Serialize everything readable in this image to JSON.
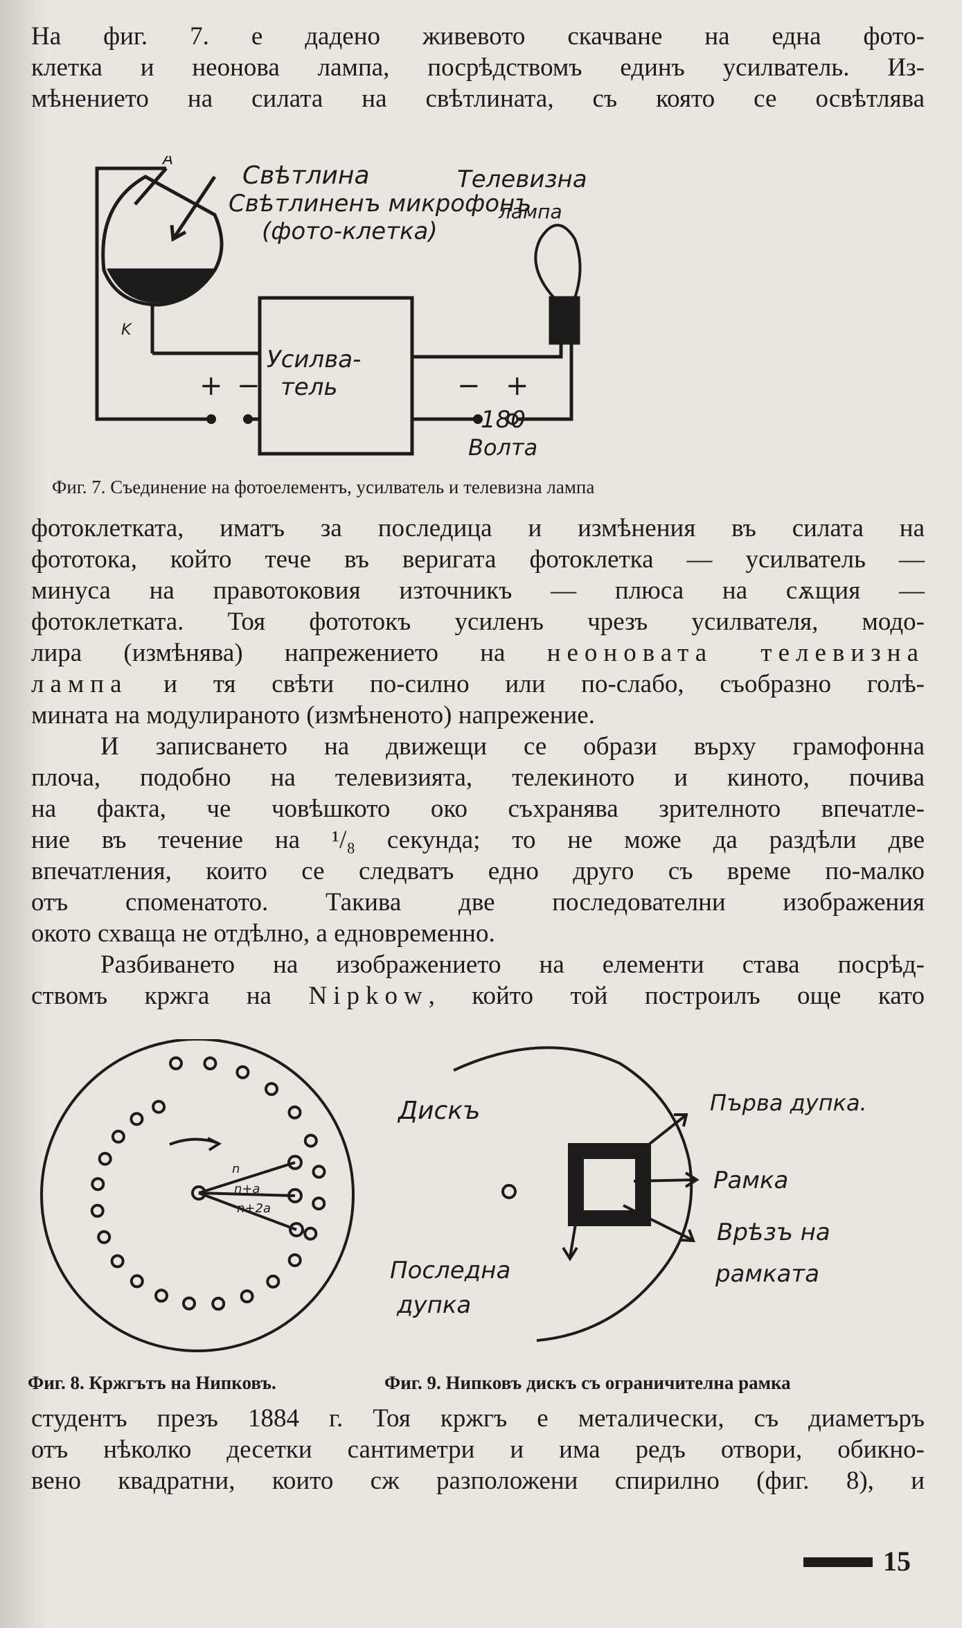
{
  "top_paragraph": [
    "На фиг. 7. е дадено живевото скачване на една фото-",
    "клетка и неонова лампа, посрѣдствомъ единъ усилватель. Из-",
    "мѣнението на силата на свѣтлината, съ която се освѣтлява"
  ],
  "fig7": {
    "label_light": "Свѣтлина",
    "label_microphone": "Свѣтлиненъ микрофонъ",
    "label_photocell": "(фото-клетка)",
    "label_tv": "Телевизна",
    "label_lamp": "лампа",
    "label_a": "A",
    "label_k": "K",
    "label_amp_1": "Усилва-",
    "label_amp_2": "тель",
    "plus_left": "+",
    "minus_left": "−",
    "minus_right": "−",
    "plus_right": "+",
    "voltage": "180",
    "volts": "Волта",
    "caption": "Фиг. 7. Съединение на фотоелементъ, усилватель и телевизна лампа"
  },
  "middle_paragraph_1": [
    "фотоклетката, иматъ за последица и измѣнения въ силата на",
    "фототока, който тече въ веригата фотоклетка — усилватель —",
    "минуса на правотоковия източникъ — плюса на сѫщия —",
    "фотоклетката. Тоя фототокъ усиленъ чрезъ усилвателя, модо-"
  ],
  "middle_paragraph_1_line5_start": "лира (измѣнява) напрежението на ",
  "middle_paragraph_1_line5_spaced": "неоновата телевизна",
  "middle_paragraph_1_line6_spaced": "лампа",
  "middle_paragraph_1_line6_end": " и тя свѣти по-силно или по-слабо, съобразно голѣ-",
  "middle_paragraph_1_last": "мината на модулираното (измѣненото) напрежение.",
  "middle_paragraph_2": [
    "И записването на движещи се образи върху грамофонна",
    "плоча, подобно на телевизията, телекиното и киното, почива",
    "на факта, че човѣшкото око съхранява зрителното впечатле-",
    "ние въ течение на ¹/₈ секунда; то не може да раздѣли две",
    "впечатления, които се следватъ едно друго съ време по-малко",
    "отъ споменатото. Такива две последователни изображения",
    "окото схваща не отдѣлно, а едновременно."
  ],
  "middle_paragraph_3_line1": "Разбиването на изображението на елементи става посрѣд-",
  "middle_paragraph_3_line2_start": "ствомъ кржга на ",
  "middle_paragraph_3_line2_spaced": "Nipkow",
  "middle_paragraph_3_line2_end": ", който той построилъ още като",
  "fig8": {
    "label_n": "n",
    "label_n_a": "n+a",
    "label_n_2a": "n+2a",
    "caption": "Фиг. 8. Кржгътъ на Нипковъ."
  },
  "fig9": {
    "label_disk": "Дискъ",
    "label_first_hole": "Първа дупка.",
    "label_frame": "Рамка",
    "label_cut_1": "Врѣзъ на",
    "label_cut_2": "рамката",
    "label_last_1": "Последна",
    "label_last_2": "дупка",
    "caption": "Фиг. 9. Нипковъ дискъ съ ограничителна рамка"
  },
  "bottom_paragraph": [
    "студентъ презъ 1884 г. Тоя кржгъ е металически, съ диаметъръ",
    "отъ нѣколко десетки сантиметри и има редъ отвори, обикно-",
    "вено квадратни, които сж разположени спирилно (фиг. 8), и"
  ],
  "page_number": "15"
}
